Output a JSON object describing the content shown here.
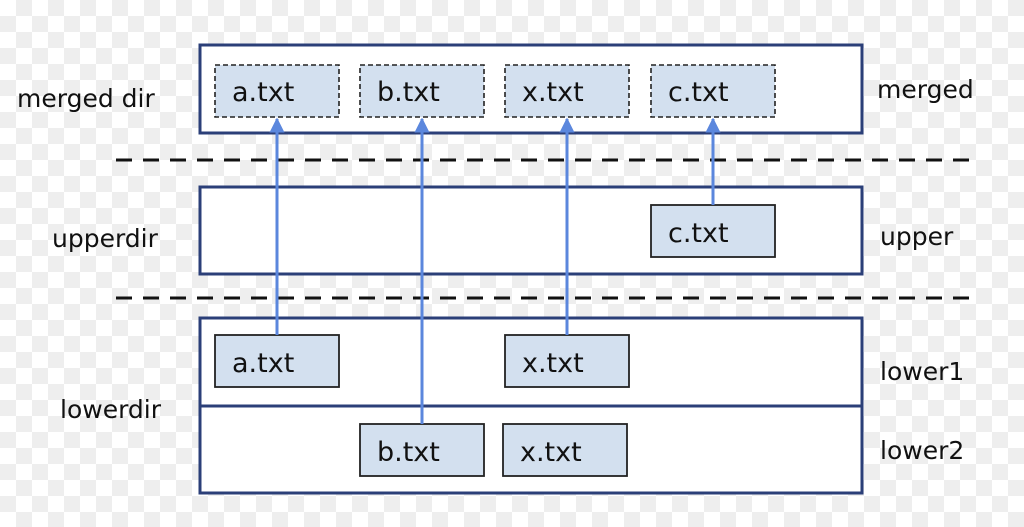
{
  "layers": {
    "merged": {
      "left_label": "merged dir",
      "right_label": "merged",
      "files": [
        "a.txt",
        "b.txt",
        "x.txt",
        "c.txt"
      ]
    },
    "upper": {
      "left_label": "upperdir",
      "right_label": "upper",
      "files": [
        "c.txt"
      ]
    },
    "lower": {
      "left_label": "lowerdir",
      "lower1": {
        "right_label": "lower1",
        "files": [
          "a.txt",
          "x.txt"
        ]
      },
      "lower2": {
        "right_label": "lower2",
        "files": [
          "b.txt",
          "x.txt"
        ]
      }
    }
  },
  "colors": {
    "panel_border": "#2b3f78",
    "file_fill": "#d3e0ef",
    "arrow": "#5b87dd"
  }
}
